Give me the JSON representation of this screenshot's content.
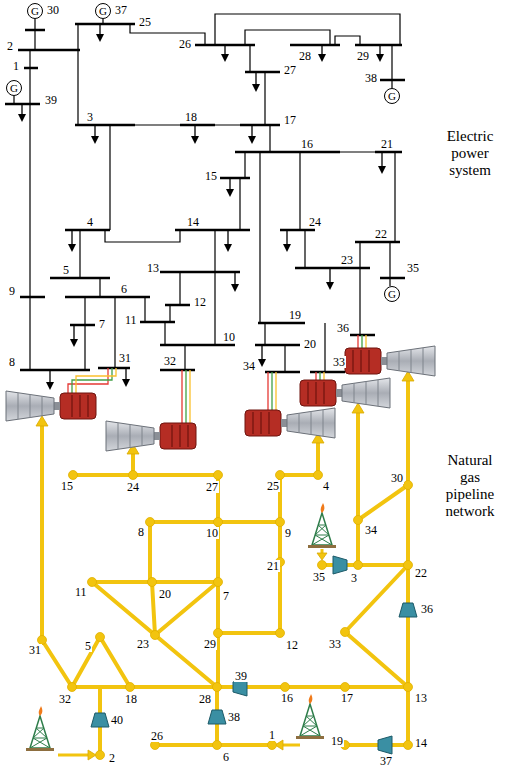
{
  "diagram": {
    "nodes": [
      {
        "text": [
          "G"
        ]
      },
      {
        "text": [
          "G"
        ]
      },
      {
        "text": [
          "G"
        ]
      },
      {
        "text": [
          "G"
        ]
      },
      {
        "text": [
          "G"
        ]
      }
    ],
    "labels": [
      "30",
      "37",
      "25",
      "26",
      "28",
      "29",
      "2",
      "1",
      "39",
      "27",
      "38",
      "3",
      "18",
      "17",
      "16",
      "21",
      "15",
      "4",
      "14",
      "24",
      "22",
      "23",
      "5",
      "13",
      "6",
      "9",
      "12",
      "11",
      "35",
      "10",
      "19",
      "20",
      "7",
      "36",
      "8",
      "31",
      "32",
      "34",
      "33",
      "1",
      "2",
      "3",
      "4",
      "5",
      "6",
      "7",
      "8",
      "9",
      "10",
      "11",
      "12",
      "13",
      "14",
      "15",
      "16",
      "17",
      "18",
      "19",
      "20",
      "21",
      "22",
      "23",
      "24",
      "25",
      "26",
      "27",
      "28",
      "29",
      "30",
      "31",
      "32",
      "33",
      "34",
      "35",
      "36",
      "37",
      "38",
      "39",
      "40",
      "Electric power system",
      "Natural gas pipeline network"
    ]
  }
}
